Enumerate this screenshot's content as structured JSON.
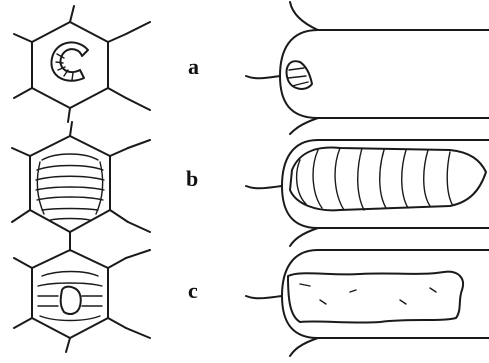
{
  "figure": {
    "stage_labels": [
      "a",
      "b",
      "c"
    ]
  }
}
